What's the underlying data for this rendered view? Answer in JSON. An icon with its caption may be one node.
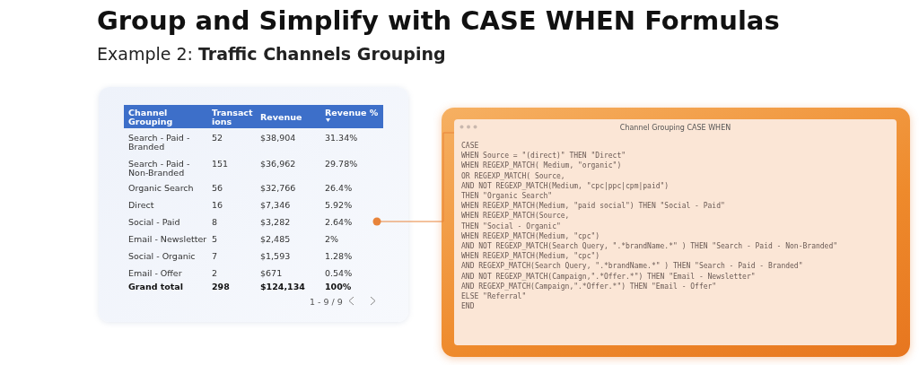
{
  "diagram": {
    "title": "Group and Simplify with CASE WHEN Formulas",
    "nodes": [
      {
        "text": [],
        "shape": "box"
      },
      {
        "text": [
          "Channel Grouping CASE WHEN",
          "CASE",
          "WHEN Source = \"(direct)\" THEN \"Direct\"",
          "WHEN REGEXP_MATCH( Medium, \"organic\")",
          "OR REGEXP_MATCH( Source,",
          "AND NOT REGEXP_MATCH(Medium, \"cpc|ppc|cpm|paid\")",
          "THEN \"Organic Search\"",
          "WHEN REGEXP_MATCH(Medium, \"paid social\") THEN \"Social - Paid\"",
          "WHEN REGEXP_MATCH(Source,",
          "THEN \"Social - Organic\"",
          "WHEN REGEXP_MATCH(Medium, \"cpc\")",
          "AND NOT REGEXP_MATCH(Search Query, \".*brandName.*\" ) THEN \"Search - Paid - Non-Branded\"",
          "WHEN REGEXP_MATCH(Medium, \"cpc\")",
          "AND REGEXP_MATCH(Search Query, \".*brandName.*\" ) THEN \"Search - Paid - Branded\"",
          "AND NOT REGEXP_MATCH(Campaign,\".*Offer.*\") THEN \"Email - Newsletter\"",
          "AND REGEXP_MATCH(Campaign,\".*Offer.*\") THEN \"Email - Offer\"",
          "ELSE \"Referral\"",
          "END"
        ]
      }
    ],
    "edges": [
      {
        "from": 0,
        "to": 1,
        "arrow": "other"
      }
    ],
    "labels": [
      "Example 2: **Traffic Channels Grouping**",
      "Channel Grouping",
      "Transact ions",
      "Revenue",
      "Revenue %",
      "Search - Paid - Branded",
      "52",
      "$38,904",
      "31.34%",
      "Search - Paid - Non-Branded",
      "151",
      "$36,962",
      "29.78%",
      "Organic Search",
      "56",
      "$32,766",
      "26.4%",
      "Direct",
      "16",
      "$7,346",
      "5.92%",
      "Social - Paid",
      "8",
      "$3,282",
      "2.64%",
      "Email - Newsletter",
      "5",
      "$2,485",
      "2%",
      "Social - Organic",
      "7",
      "$1,593",
      "1.28%",
      "Email - Offer",
      "2",
      "$671",
      "0.54%",
      "Grand total",
      "298",
      "$124,134",
      "100%",
      "1 - 9 / 9"
    ]
  }
}
